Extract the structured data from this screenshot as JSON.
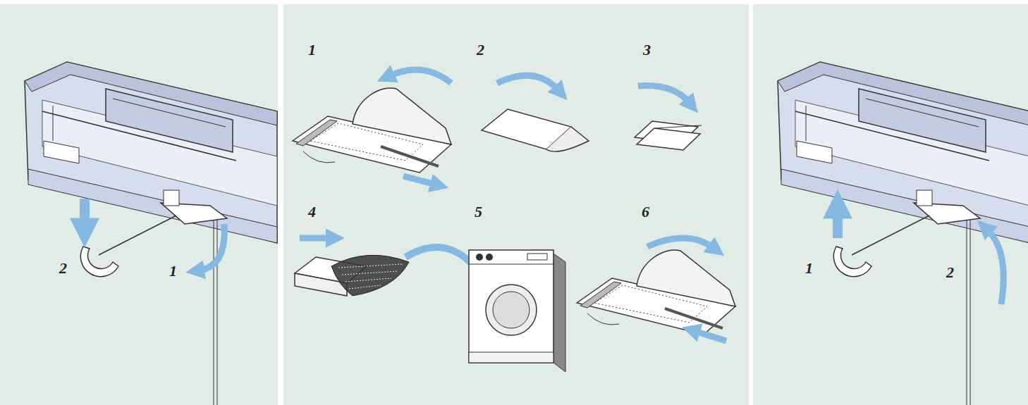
{
  "diagram": {
    "labels": [
      "2",
      "1",
      "1",
      "2",
      "3",
      "4",
      "5",
      "6",
      "1",
      "2"
    ]
  }
}
